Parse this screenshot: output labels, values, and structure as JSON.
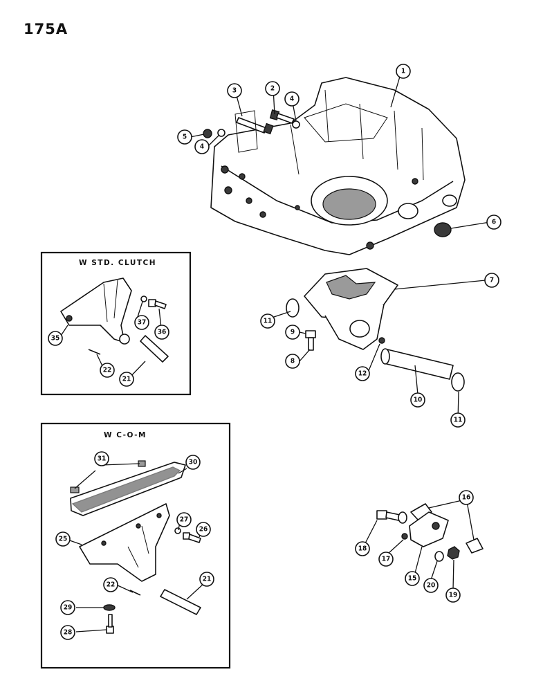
{
  "page": {
    "number": "175A"
  },
  "insets": [
    {
      "id": "std-clutch",
      "title": "W  STD. CLUTCH"
    },
    {
      "id": "com",
      "title": "W  C-O-M"
    }
  ],
  "callouts": {
    "main": [
      "1",
      "2",
      "3",
      "4",
      "4",
      "5",
      "6",
      "7",
      "8",
      "9",
      "10",
      "11",
      "11",
      "12"
    ],
    "std_clutch": [
      "21",
      "22",
      "35",
      "36",
      "37"
    ],
    "com": [
      "21",
      "22",
      "25",
      "26",
      "27",
      "28",
      "29",
      "30",
      "31"
    ],
    "bracket": [
      "15",
      "16",
      "17",
      "18",
      "19",
      "20"
    ]
  }
}
